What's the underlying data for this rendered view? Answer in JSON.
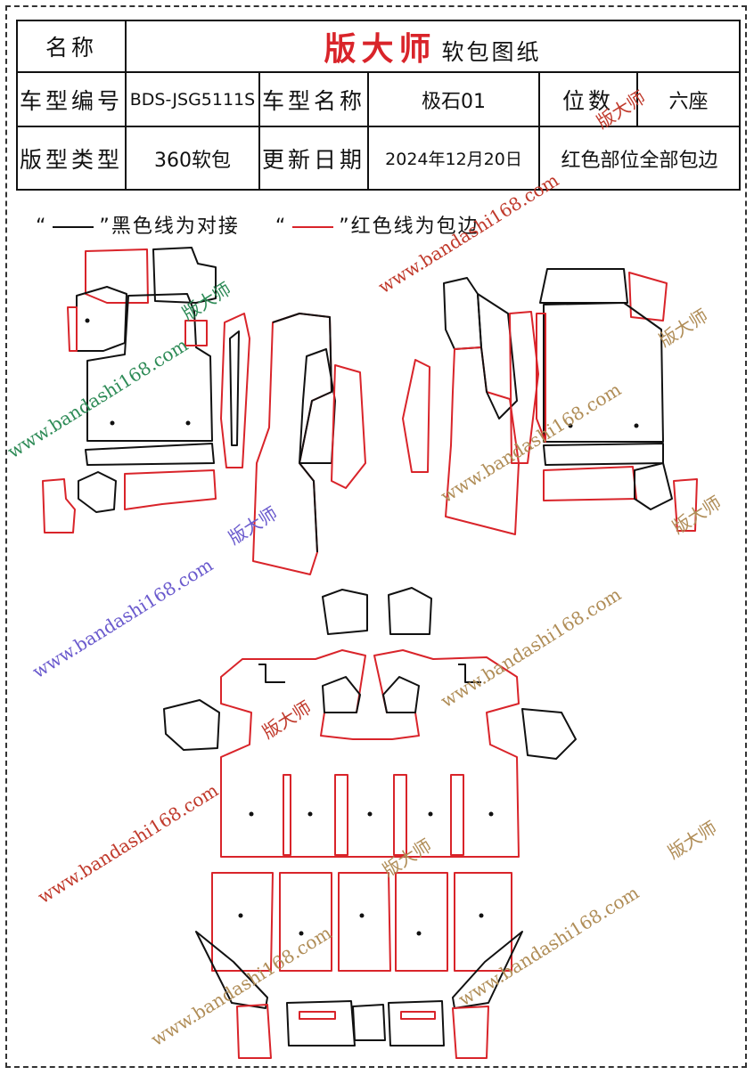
{
  "header": {
    "name_label": "名称",
    "brand": "版大师",
    "brand_sub": "软包图纸",
    "model_code_label": "车型编号",
    "model_code": "BDS-JSG5111S",
    "model_name_label": "车型名称",
    "model_name": "极石01",
    "seats_label": "位数",
    "seats": "六座",
    "pattern_type_label": "版型类型",
    "pattern_type": "360软包",
    "update_label": "更新日期",
    "update_date": "2024年12月20日",
    "note": "红色部位全部包边"
  },
  "legend": {
    "open_quote": "“",
    "close_quote": "”",
    "black_text": "黑色线为对接",
    "red_text": "红色线为包边",
    "black_color": "#111111",
    "red_color": "#d9242a"
  },
  "watermark": {
    "url": "www.bandashi168.com",
    "brand": "版大师",
    "colors": [
      "#c0392b",
      "#2e8b57",
      "#6a5acd",
      "#b08d57"
    ]
  }
}
